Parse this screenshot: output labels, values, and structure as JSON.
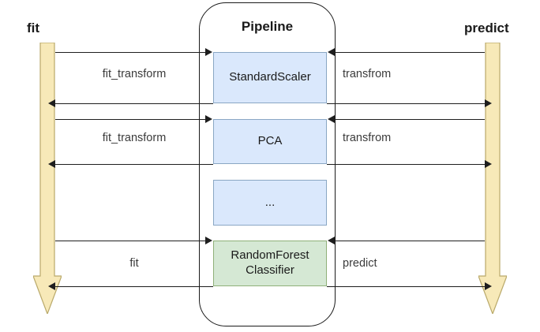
{
  "diagram": {
    "title": "Pipeline",
    "left_flow_label": "fit",
    "right_flow_label": "predict",
    "colors": {
      "transformer_fill": "#dae8fc",
      "transformer_stroke": "#8aa7c4",
      "estimator_fill": "#d5e8d4",
      "estimator_stroke": "#8fb079",
      "flow_arrow_fill": "#f7e9b8",
      "flow_arrow_stroke": "#b9a96a",
      "line": "#1e1e1e",
      "background": "#ffffff"
    }
  },
  "stages": [
    {
      "id": "standardscaler",
      "label": "StandardScaler",
      "kind": "transformer"
    },
    {
      "id": "pca",
      "label": "PCA",
      "kind": "transformer"
    },
    {
      "id": "ellipsis",
      "label": "...",
      "kind": "transformer"
    },
    {
      "id": "randomforest",
      "label": "RandomForest\nClassifier",
      "kind": "estimator"
    }
  ],
  "connectors": {
    "left": [
      {
        "stage": "standardscaler",
        "caption": "fit_transform"
      },
      {
        "stage": "pca",
        "caption": "fit_transform"
      },
      {
        "stage": "randomforest",
        "caption": "fit"
      }
    ],
    "right": [
      {
        "stage": "standardscaler",
        "caption": "transfrom"
      },
      {
        "stage": "pca",
        "caption": "transfrom"
      },
      {
        "stage": "randomforest",
        "caption": "predict"
      }
    ]
  }
}
